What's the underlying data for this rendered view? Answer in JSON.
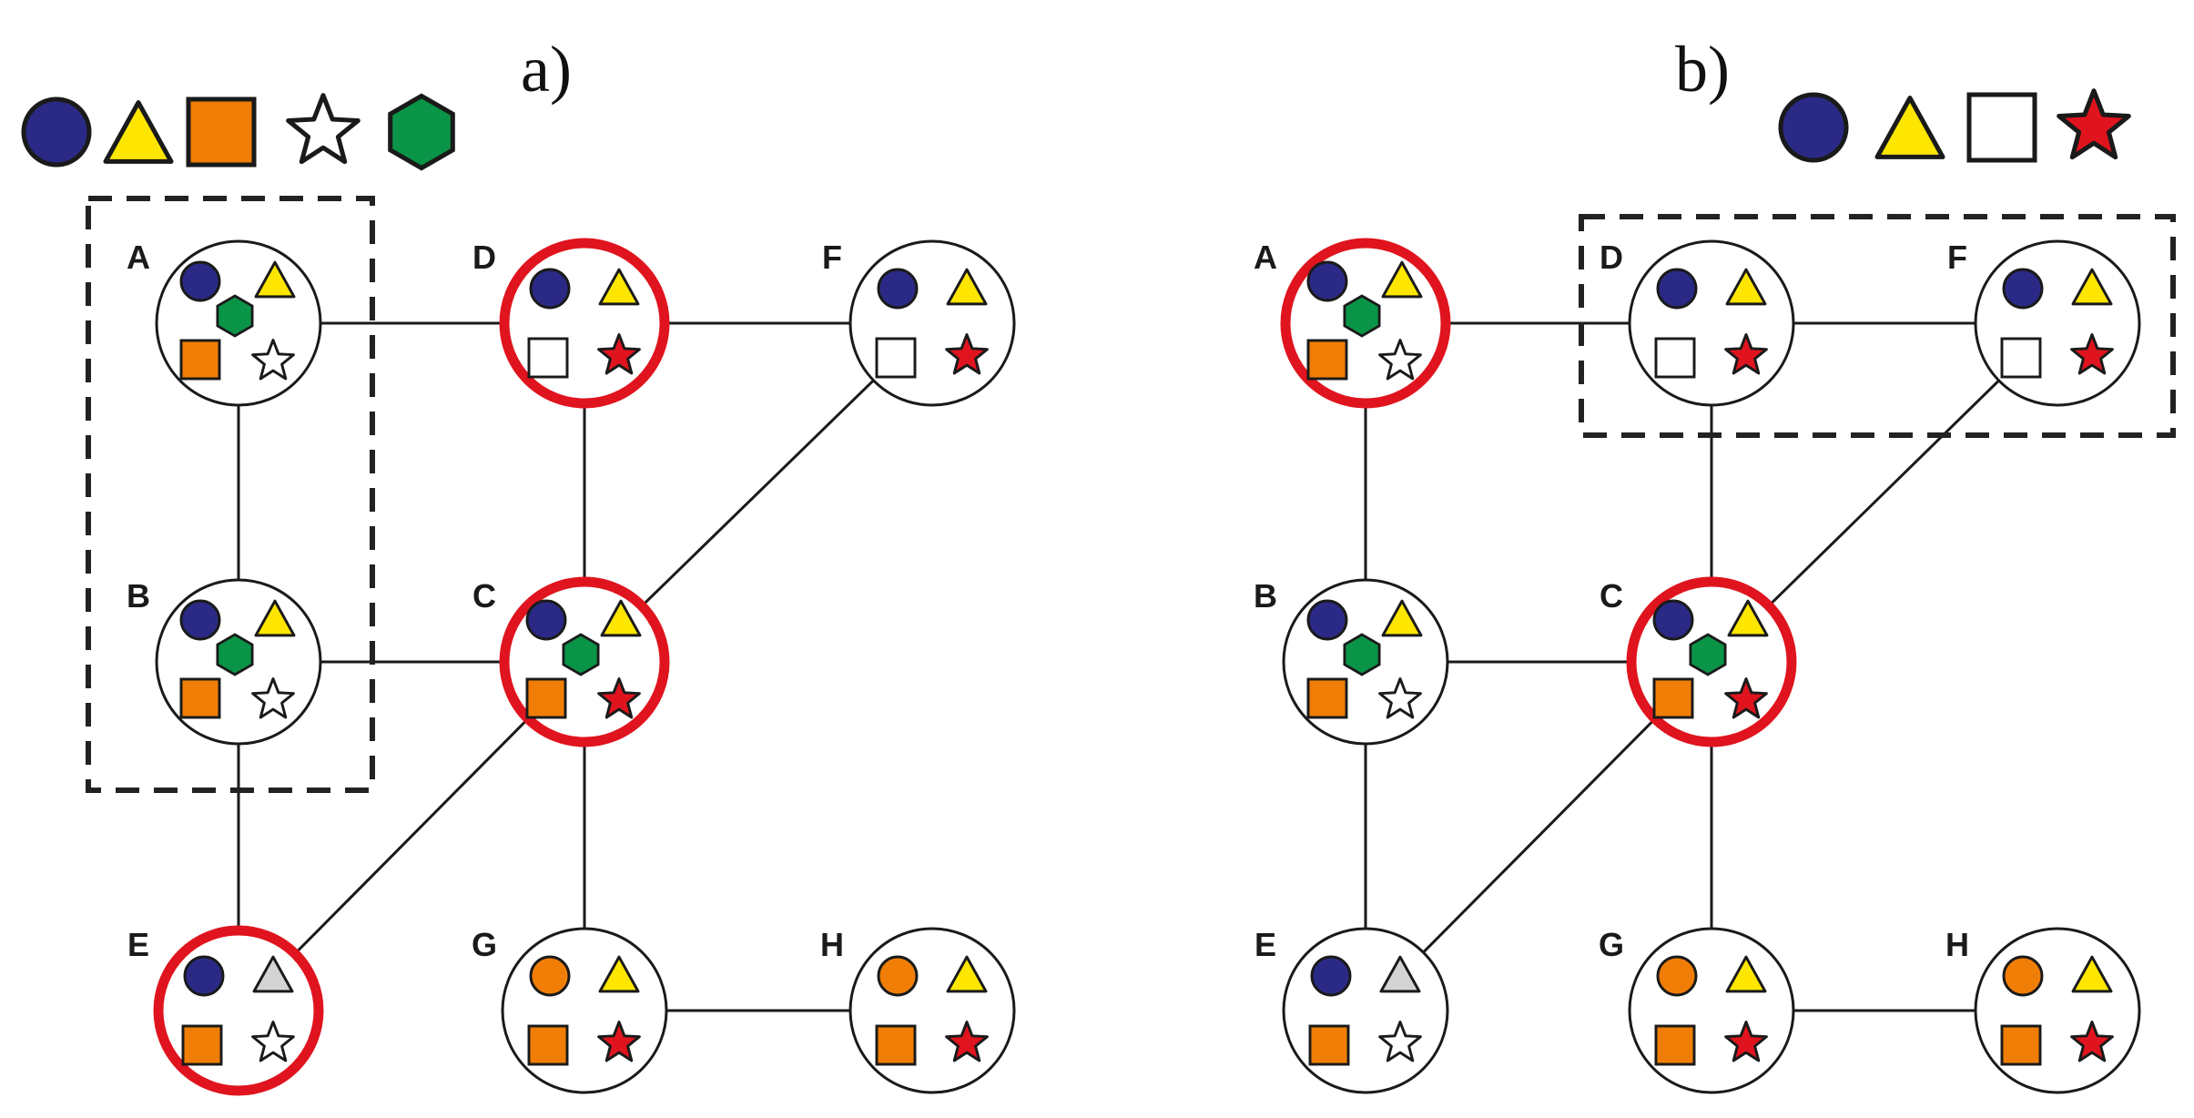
{
  "colors": {
    "circle": "#2a2a86",
    "triangle": "#ffe600",
    "square_orange": "#f07e06",
    "square_white": "#ffffff",
    "star_white": "#ffffff",
    "star_red": "#e0141e",
    "triangle_gray": "#d4d4d4",
    "hexagon": "#0a9447",
    "ring": "#e0141e"
  },
  "panels": [
    {
      "id": "a",
      "label": "a)",
      "legend": [
        {
          "shape": "circle",
          "color": "circle"
        },
        {
          "shape": "triangle",
          "color": "triangle"
        },
        {
          "shape": "square",
          "color": "square_orange"
        },
        {
          "shape": "star",
          "color": "star_white"
        },
        {
          "shape": "hexagon",
          "color": "hexagon"
        }
      ],
      "nodes": [
        {
          "label": "A",
          "highlighted": false,
          "items": [
            "circle",
            "triangle",
            "square_orange",
            "star_white",
            "hexagon"
          ]
        },
        {
          "label": "B",
          "highlighted": false,
          "items": [
            "circle",
            "triangle",
            "square_orange",
            "star_white",
            "hexagon"
          ]
        },
        {
          "label": "C",
          "highlighted": true,
          "items": [
            "circle",
            "triangle",
            "square_orange",
            "star_red",
            "hexagon"
          ]
        },
        {
          "label": "D",
          "highlighted": true,
          "items": [
            "circle",
            "triangle",
            "square_white",
            "star_red"
          ]
        },
        {
          "label": "E",
          "highlighted": true,
          "items": [
            "circle",
            "triangle_gray",
            "square_orange",
            "star_white"
          ]
        },
        {
          "label": "F",
          "highlighted": false,
          "items": [
            "circle",
            "triangle",
            "square_white",
            "star_red"
          ]
        },
        {
          "label": "G",
          "highlighted": false,
          "items": [
            "circle_orange",
            "triangle",
            "square_orange",
            "star_red"
          ]
        },
        {
          "label": "H",
          "highlighted": false,
          "items": [
            "circle_orange",
            "triangle",
            "square_orange",
            "star_red"
          ]
        }
      ],
      "edges": [
        [
          "A",
          "D"
        ],
        [
          "A",
          "B"
        ],
        [
          "B",
          "C"
        ],
        [
          "B",
          "E"
        ],
        [
          "D",
          "C"
        ],
        [
          "C",
          "F"
        ],
        [
          "D",
          "F"
        ],
        [
          "C",
          "E"
        ],
        [
          "C",
          "G"
        ],
        [
          "G",
          "H"
        ]
      ],
      "group": [
        "A",
        "B"
      ]
    },
    {
      "id": "b",
      "label": "b)",
      "legend": [
        {
          "shape": "circle",
          "color": "circle"
        },
        {
          "shape": "triangle",
          "color": "triangle"
        },
        {
          "shape": "square",
          "color": "square_white"
        },
        {
          "shape": "star",
          "color": "star_red"
        }
      ],
      "nodes": [
        {
          "label": "A",
          "highlighted": true,
          "items": [
            "circle",
            "triangle",
            "square_orange",
            "star_white",
            "hexagon"
          ]
        },
        {
          "label": "B",
          "highlighted": false,
          "items": [
            "circle",
            "triangle",
            "square_orange",
            "star_white",
            "hexagon"
          ]
        },
        {
          "label": "C",
          "highlighted": true,
          "items": [
            "circle",
            "triangle",
            "square_orange",
            "star_red",
            "hexagon"
          ]
        },
        {
          "label": "D",
          "highlighted": false,
          "items": [
            "circle",
            "triangle",
            "square_white",
            "star_red"
          ]
        },
        {
          "label": "E",
          "highlighted": false,
          "items": [
            "circle",
            "triangle_gray",
            "square_orange",
            "star_white"
          ]
        },
        {
          "label": "F",
          "highlighted": false,
          "items": [
            "circle",
            "triangle",
            "square_white",
            "star_red"
          ]
        },
        {
          "label": "G",
          "highlighted": false,
          "items": [
            "circle_orange",
            "triangle",
            "square_orange",
            "star_red"
          ]
        },
        {
          "label": "H",
          "highlighted": false,
          "items": [
            "circle_orange",
            "triangle",
            "square_orange",
            "star_red"
          ]
        }
      ],
      "edges": [
        [
          "A",
          "D"
        ],
        [
          "A",
          "B"
        ],
        [
          "B",
          "C"
        ],
        [
          "B",
          "E"
        ],
        [
          "D",
          "C"
        ],
        [
          "C",
          "F"
        ],
        [
          "D",
          "F"
        ],
        [
          "C",
          "E"
        ],
        [
          "C",
          "G"
        ],
        [
          "G",
          "H"
        ]
      ],
      "group": [
        "D",
        "F"
      ]
    }
  ]
}
